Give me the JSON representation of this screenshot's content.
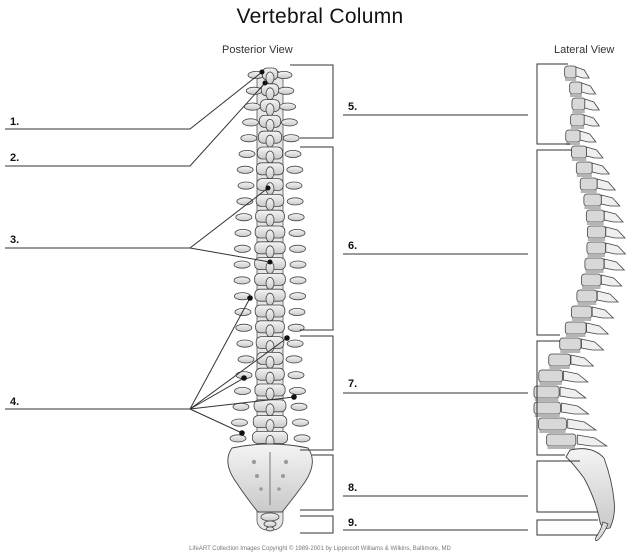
{
  "title": "Vertebral Column",
  "views": {
    "posterior": "Posterior View",
    "lateral": "Lateral View"
  },
  "labels": [
    "1.",
    "2.",
    "3.",
    "4.",
    "5.",
    "6.",
    "7.",
    "8.",
    "9."
  ],
  "copyright": "LifeART Collection Images Copyright © 1989-2001 by Lippincott Williams & Wilkins, Baltimore, MD"
}
